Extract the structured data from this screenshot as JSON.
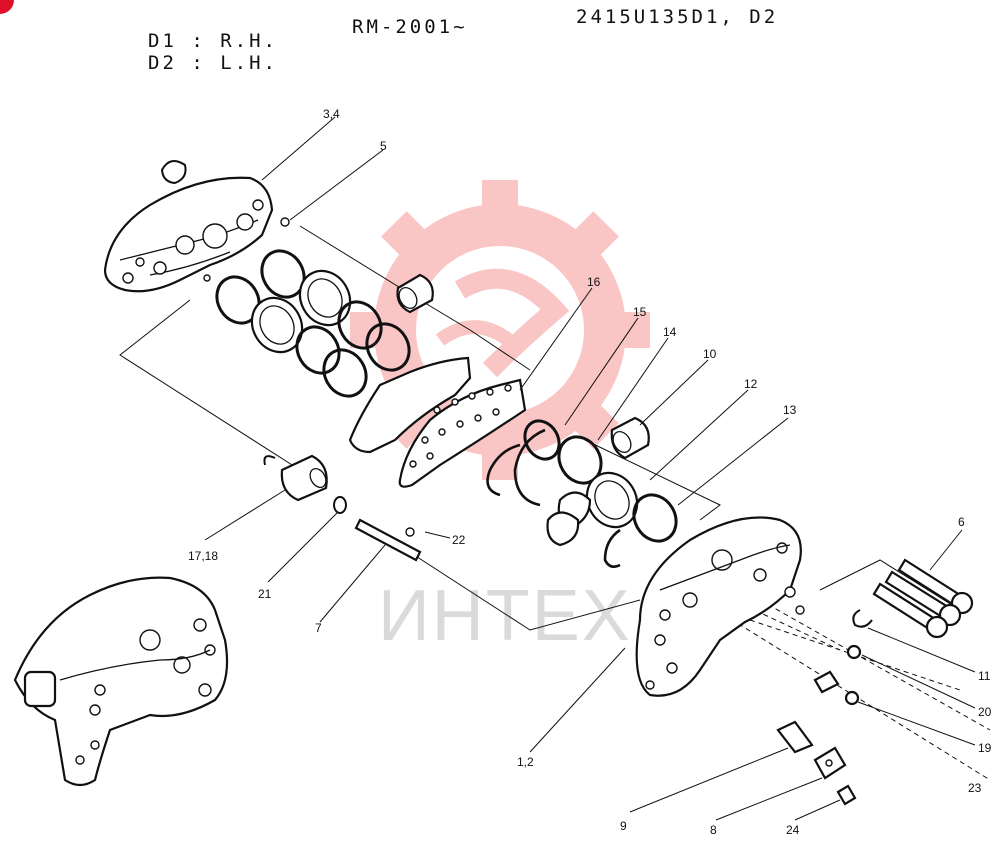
{
  "header": {
    "side_line_1": "D1 : R.H.",
    "side_line_2": "D2 : L.H.",
    "serial": "RM-2001~",
    "part_code": "2415U135D1, D2"
  },
  "callouts": [
    "3,4",
    "5",
    "16",
    "15",
    "14",
    "10",
    "12",
    "13",
    "6",
    "17,18",
    "21",
    "22",
    "7",
    "1,2",
    "11",
    "20",
    "19",
    "23",
    "9",
    "8",
    "24"
  ],
  "watermark": {
    "text": "ИНТЕХ",
    "logo_icon": "gear-logo-icon",
    "color": "#f25c5c"
  },
  "colors": {
    "ink": "#111111",
    "watermark_red": "#f25c5c",
    "watermark_gray": "#bdbdbd",
    "corner_badge": "#e0102a"
  }
}
